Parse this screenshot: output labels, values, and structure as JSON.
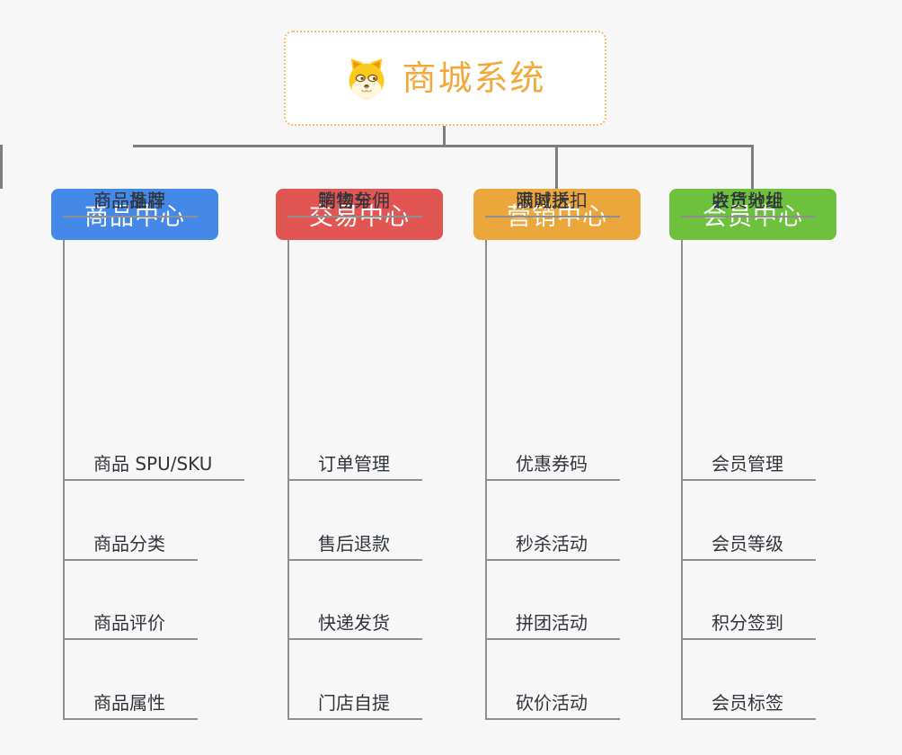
{
  "page": {
    "background": "#F7F7F7"
  },
  "connector": {
    "color": "#7E7E7E"
  },
  "root": {
    "title": "商城系统",
    "icon": "dog-face-icon",
    "title_color": "#F2A93B",
    "border_color": "#F6C06A",
    "background": "#FFFFFF"
  },
  "branches": [
    {
      "label": "商品中心",
      "color": "#4589E8",
      "items": [
        "商品 SPU/SKU",
        "商品分类",
        "商品评价",
        "商品属性",
        "商品推荐",
        "商品品牌"
      ]
    },
    {
      "label": "交易中心",
      "color": "#E15652",
      "items": [
        "订单管理",
        "售后退款",
        "快递发货",
        "门店自提",
        "购物车",
        "销售分佣"
      ]
    },
    {
      "label": "营销中心",
      "color": "#EBA63C",
      "items": [
        "优惠券码",
        "秒杀活动",
        "拼团活动",
        "砍价活动",
        "限时折扣",
        "满减送"
      ]
    },
    {
      "label": "会员中心",
      "color": "#6EC13C",
      "items": [
        "会员管理",
        "会员等级",
        "积分签到",
        "会员标签",
        "会员分组",
        "收货地址"
      ]
    }
  ]
}
